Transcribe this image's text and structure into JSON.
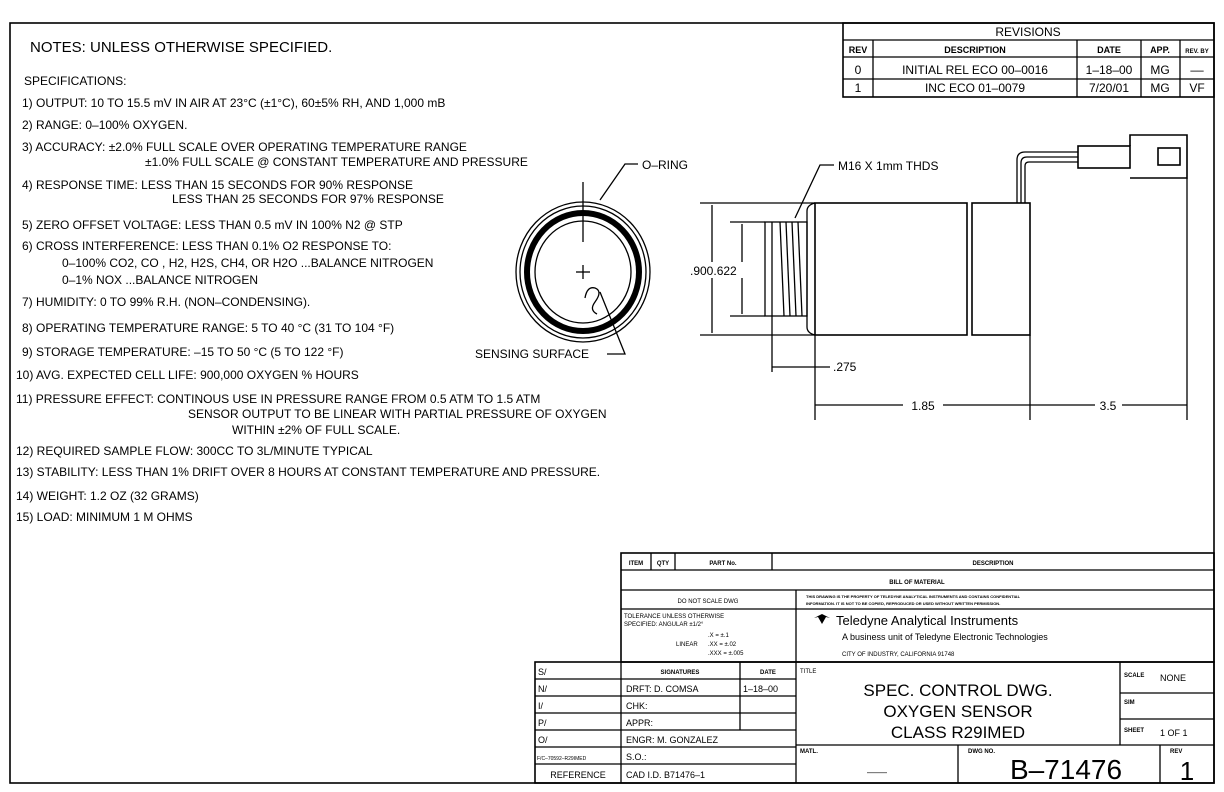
{
  "notes": {
    "header": "NOTES: UNLESS OTHERWISE SPECIFIED.",
    "spec_title": "SPECIFICATIONS:",
    "lines": [
      "1) OUTPUT: 10 TO 15.5 mV IN AIR AT 23°C (±1°C), 60±5% RH, AND 1,000 mB",
      "2) RANGE: 0–100% OXYGEN.",
      "3) ACCURACY: ±2.0% FULL SCALE OVER OPERATING TEMPERATURE RANGE",
      "±1.0% FULL SCALE @ CONSTANT TEMPERATURE AND PRESSURE",
      "4) RESPONSE TIME: LESS THAN 15 SECONDS FOR 90% RESPONSE",
      "LESS THAN 25 SECONDS FOR 97% RESPONSE",
      "5) ZERO OFFSET VOLTAGE: LESS THAN 0.5 mV IN 100% N2 @ STP",
      "6) CROSS INTERFERENCE: LESS THAN 0.1% O2 RESPONSE TO:",
      "0–100% CO2, CO , H2, H2S, CH4, OR H2O ...BALANCE NITROGEN",
      "0–1% NOX ...BALANCE NITROGEN",
      "7) HUMIDITY: 0 TO 99% R.H. (NON–CONDENSING).",
      "8) OPERATING TEMPERATURE RANGE: 5 TO 40 °C (31 TO 104 °F)",
      "9) STORAGE TEMPERATURE: –15 TO 50 °C (5 TO 122 °F)",
      "10) AVG. EXPECTED CELL LIFE: 900,000 OXYGEN % HOURS",
      "11) PRESSURE EFFECT: CONTINOUS USE IN PRESSURE RANGE FROM 0.5 ATM TO 1.5 ATM",
      "SENSOR OUTPUT TO BE LINEAR WITH PARTIAL PRESSURE OF OXYGEN",
      "WITHIN ±2% OF FULL SCALE.",
      "12) REQUIRED SAMPLE FLOW: 300CC TO 3L/MINUTE TYPICAL",
      "13) STABILITY: LESS THAN 1% DRIFT OVER 8 HOURS AT CONSTANT TEMPERATURE AND PRESSURE.",
      "14) WEIGHT: 1.2 OZ (32 GRAMS)",
      "15) LOAD: MINIMUM 1 M OHMS"
    ]
  },
  "revisions": {
    "title": "REVISIONS",
    "headers": [
      "REV",
      "DESCRIPTION",
      "DATE",
      "APP.",
      "REV. BY"
    ],
    "rows": [
      [
        "0",
        "INITIAL REL ECO 00–0016",
        "1–18–00",
        "MG",
        "––"
      ],
      [
        "1",
        "INC ECO 01–0079",
        "7/20/01",
        "MG",
        "VF"
      ]
    ]
  },
  "drawing": {
    "o_ring": "O–RING",
    "sensing_surface": "SENSING SURFACE",
    "thread": "M16 X 1mm THDS",
    "dim_diameters": ".900.622",
    "dim_275": ".275",
    "dim_185": "1.85",
    "dim_35": "3.5"
  },
  "bom": {
    "headers": [
      "ITEM",
      "QTY",
      "PART No.",
      "DESCRIPTION"
    ],
    "title": "BILL OF MATERIAL",
    "do_not_scale": "DO NOT SCALE DWG",
    "confidential_1": "THIS DRAWING IS THE PROPERTY OF TELEDYNE ANALYTICAL INSTRUMENTS AND CONTAINS CONFIDENTIAL",
    "confidential_2": "INFORMATION. IT IS NOT TO BE COPIED, REPRODUCED OR USED WITHOUT WRITTEN PERMISSION.",
    "tolerance_1": "TOLERANCE UNLESS OTHERWISE",
    "tolerance_2": "SPECIFIED: ANGULAR ±1/2°",
    "linear": "LINEAR",
    "tol_x": ".X    = ±.1",
    "tol_xx": ".XX   = ±.02",
    "tol_xxx": ".XXX = ±.005",
    "company": "Teledyne Analytical Instruments",
    "company_sub": "A business unit of Teledyne Electronic Technologies",
    "company_addr": "CITY OF INDUSTRY, CALIFORNIA 91748"
  },
  "title_block": {
    "left_col": [
      "S/",
      "N/",
      "I/",
      "P/",
      "O/",
      "F/C–70592–R29IMED",
      "REFERENCE"
    ],
    "signatures_label": "SIGNATURES",
    "date_label": "DATE",
    "drft": "DRFT: D. COMSA",
    "drft_date": "1–18–00",
    "chk": "CHK:",
    "appr": "APPR:",
    "engr": "ENGR: M. GONZALEZ",
    "so": "S.O.:",
    "cad": "CAD I.D. B71476–1",
    "title_label": "TITLE",
    "title_1": "SPEC. CONTROL DWG.",
    "title_2": "OXYGEN SENSOR",
    "title_3": "CLASS R29IMED",
    "scale_label": "SCALE",
    "scale_value": "NONE",
    "sim_label": "SIM",
    "sheet_label": "SHEET",
    "sheet_value": "1 OF 1",
    "matl_label": "MATL.",
    "matl_value": "––––",
    "dwg_no_label": "DWG NO.",
    "dwg_no": "B–71476",
    "rev_label": "REV",
    "rev_value": "1"
  }
}
